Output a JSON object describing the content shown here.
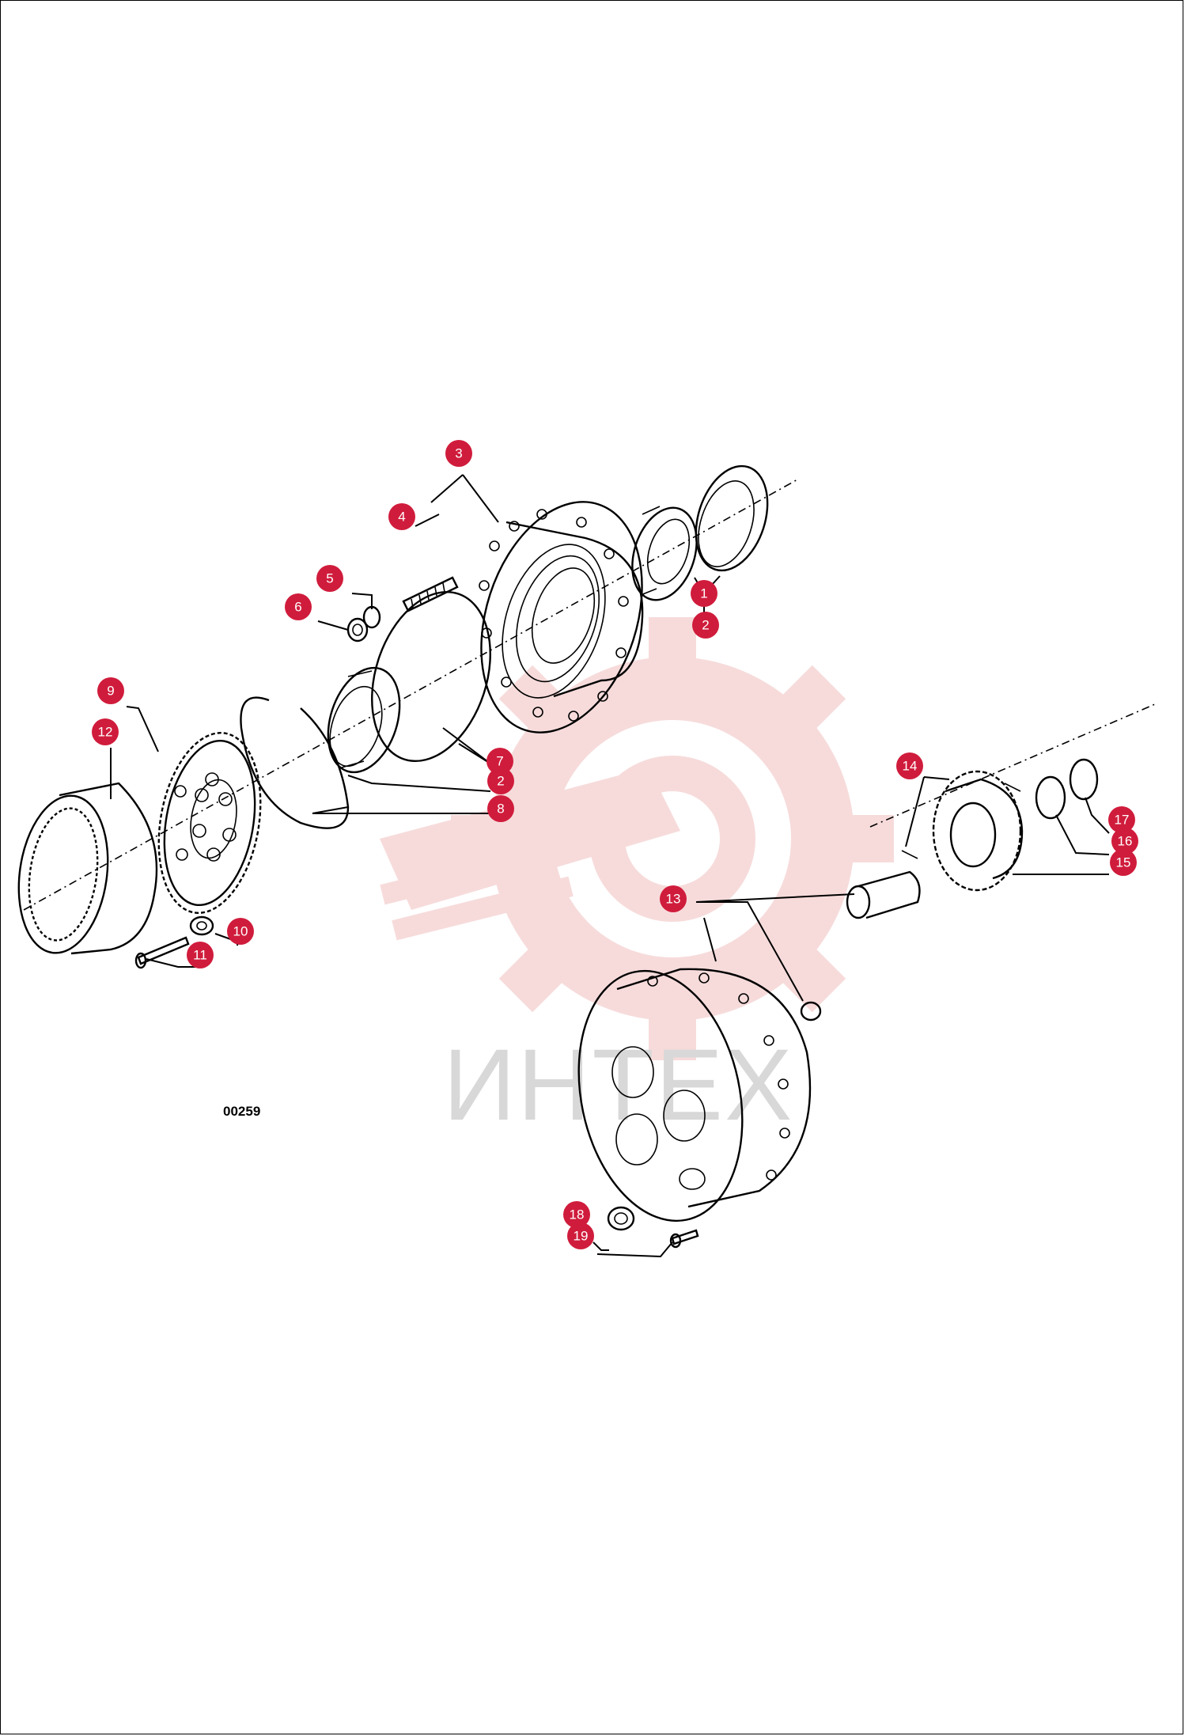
{
  "drawing": {
    "code": "00259",
    "watermark_text": "ИНТЕХ",
    "callout_color": "#d01c3c",
    "watermark_color": "#f2c4c4"
  },
  "callouts": [
    "1",
    "2",
    "3",
    "4",
    "5",
    "6",
    "7",
    "2",
    "8",
    "9",
    "12",
    "14",
    "17",
    "16",
    "15",
    "13",
    "10",
    "11",
    "18",
    "19"
  ]
}
